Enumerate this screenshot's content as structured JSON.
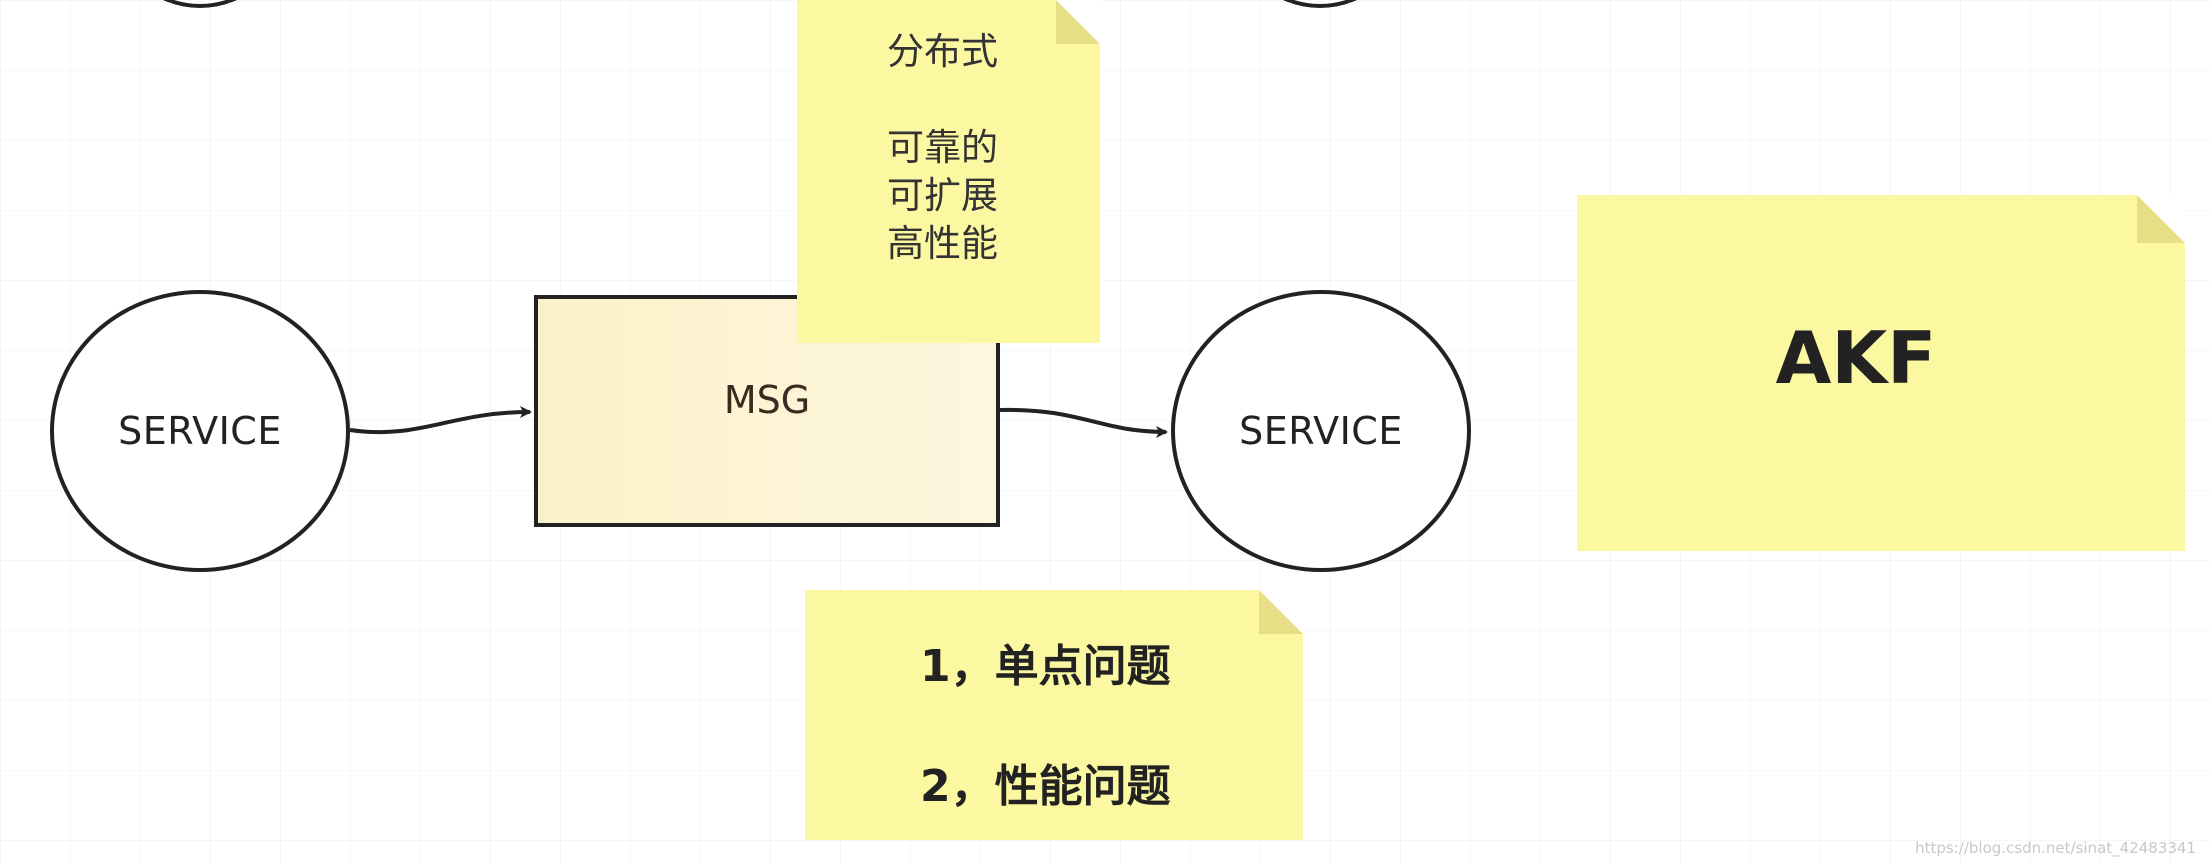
{
  "diagram": {
    "nodes": {
      "service_left": {
        "label": "SERVICE"
      },
      "msg_box": {
        "label": "MSG"
      },
      "service_right": {
        "label": "SERVICE"
      }
    },
    "notes": {
      "distributed": {
        "title": "分布式",
        "lines": [
          "可靠的",
          "可扩展",
          "高性能"
        ]
      },
      "problems": {
        "items": [
          "1，单点问题",
          "2，性能问题"
        ]
      },
      "akf": {
        "label": "AKF"
      }
    }
  },
  "watermark": "https://blog.csdn.net/sinat_42483341",
  "colors": {
    "sticky_note": "#fcf8a2",
    "sticky_fold": "#e6df85",
    "msg_fill": "#fbf1c9",
    "stroke": "#222222"
  }
}
